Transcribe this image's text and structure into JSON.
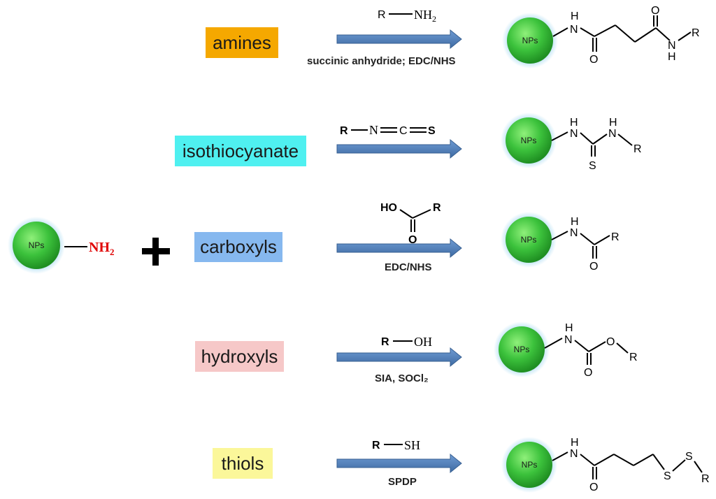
{
  "colors": {
    "amines": "#f5a800",
    "isothiocyanate": "#4ff0f0",
    "carboxyls": "#86b8ef",
    "hydroxyls": "#f6c8c8",
    "thiols": "#fbf79a",
    "arrow": "#4f81bd",
    "nanoparticle": "#3cc23c",
    "nh2_red": "#e00000"
  },
  "start": {
    "np_label": "NPs",
    "group": "NH2",
    "plus_icon": "plus-icon"
  },
  "reactions": [
    {
      "id": "amines",
      "label": "amines",
      "reagent": "R—NH₂",
      "conditions": "succinic anhydride; EDC/NHS",
      "np_label": "NPs"
    },
    {
      "id": "isothiocyanate",
      "label": "isothiocyanate",
      "reagent": "R—N=C=S",
      "conditions": "",
      "np_label": "NPs"
    },
    {
      "id": "carboxyls",
      "label": "carboxyls",
      "reagent": "HO(C=O)R",
      "conditions": "EDC/NHS",
      "np_label": "NPs"
    },
    {
      "id": "hydroxyls",
      "label": "hydroxyls",
      "reagent": "R—OH",
      "conditions": "SIA, SOCl₂",
      "np_label": "NPs"
    },
    {
      "id": "thiols",
      "label": "thiols",
      "reagent": "R—SH",
      "conditions": "SPDP",
      "np_label": "NPs"
    }
  ]
}
